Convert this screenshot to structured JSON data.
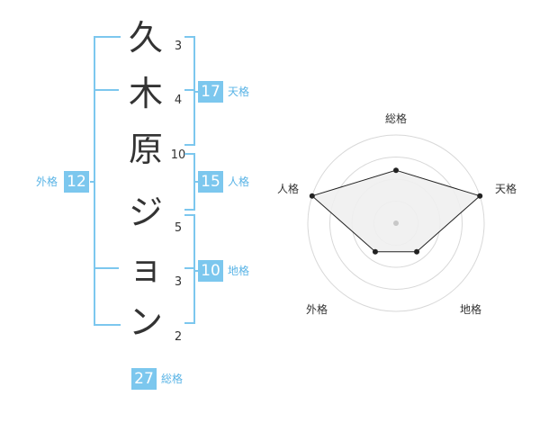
{
  "name": {
    "chars": [
      {
        "char": "久",
        "strokes": "3"
      },
      {
        "char": "木",
        "strokes": "4"
      },
      {
        "char": "原",
        "strokes": "10"
      },
      {
        "char": "ジ",
        "strokes": "5"
      },
      {
        "char": "ョ",
        "strokes": "3"
      },
      {
        "char": "ン",
        "strokes": "2"
      }
    ]
  },
  "fortune": {
    "tenkaku": {
      "value": "17",
      "label": "天格"
    },
    "jinkaku": {
      "value": "15",
      "label": "人格"
    },
    "chikaku": {
      "value": "10",
      "label": "地格"
    },
    "gaikaku": {
      "value": "12",
      "label": "外格"
    },
    "soukaku": {
      "value": "27",
      "label": "総格"
    }
  },
  "chart_data": {
    "type": "radar",
    "axes": [
      "総格",
      "天格",
      "地格",
      "外格",
      "人格"
    ],
    "values": [
      0.6,
      1.0,
      0.4,
      0.4,
      1.0
    ],
    "max": 1,
    "rings": 4,
    "colors": {
      "fill": "#efefef",
      "stroke": "#222222",
      "grid": "#d8d8d8",
      "center": "#c8c8c8"
    }
  }
}
